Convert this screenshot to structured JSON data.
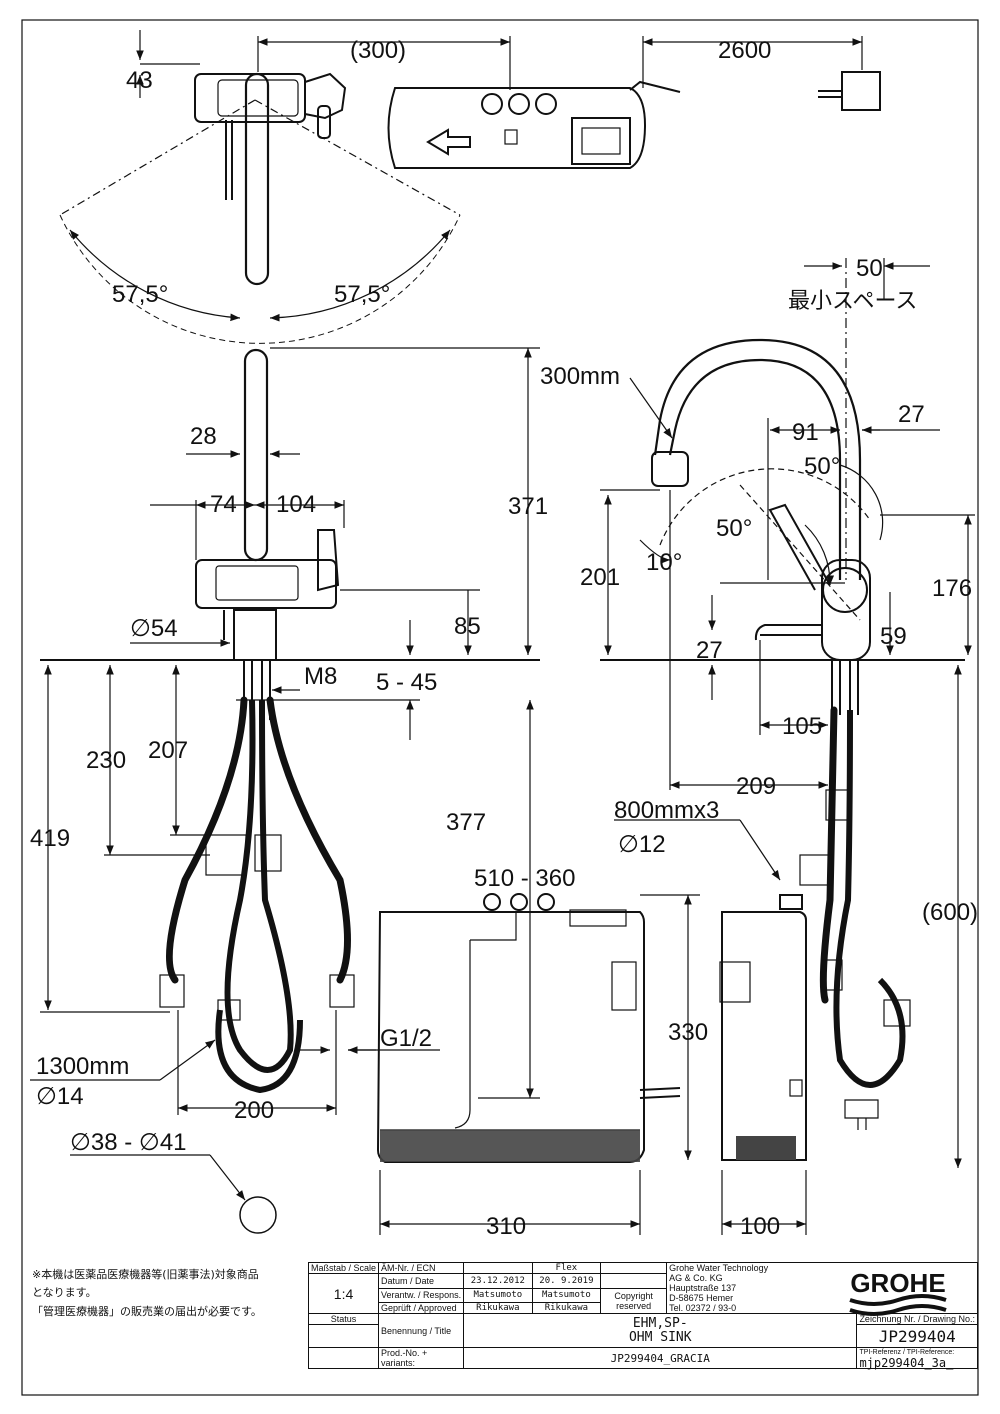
{
  "dimensions": {
    "top_300": "(300)",
    "top_2600": "2600",
    "top_43": "43",
    "angle_left": "57,5°",
    "angle_right": "57,5°",
    "min_space_50": "50",
    "min_space_label": "最小スペース",
    "hose_300mm": "300mm",
    "d_371": "371",
    "d_28": "28",
    "d_74": "74",
    "d_104": "104",
    "d_54": "∅54",
    "d_85": "85",
    "d_m8": "M8",
    "d_5_45": "5 - 45",
    "d_91": "91",
    "d_27_top": "27",
    "d_50deg_a": "50°",
    "d_50deg_b": "50°",
    "d_10deg": "10°",
    "d_201": "201",
    "d_176": "176",
    "d_59": "59",
    "d_27_side": "27",
    "d_105": "105",
    "d_209": "209",
    "d_800": "800mmx3",
    "d_12": "∅12",
    "d_419": "419",
    "d_230": "230",
    "d_207": "207",
    "d_377": "377",
    "d_510_360": "510 - 360",
    "d_600": "(600)",
    "d_330": "330",
    "d_g12": "G1/2",
    "d_1300": "1300mm",
    "d_14": "∅14",
    "d_200": "200",
    "d_38_41": "∅38 - ∅41",
    "d_310": "310",
    "d_100": "100"
  },
  "notes": {
    "line1": "※本機は医薬品医療機器等(旧薬事法)対象商品",
    "line2": "となります。",
    "line3": "「管理医療機器」の販売業の届出が必要です。"
  },
  "title_block": {
    "scale_label": "Maßstab / Scale",
    "scale_value": "1:4",
    "ecn_label": "ÄM-Nr. / ECN",
    "flex": "Flex",
    "date_label": "Datum / Date",
    "date1": "23.12.2012",
    "date2": "20. 9.2019",
    "resp_label": "Verantw. / Respons.",
    "resp1": "Matsumoto",
    "resp2": "Matsumoto",
    "appr_label": "Geprüft / Approved",
    "appr1": "Rikukawa",
    "appr2": "Rikukawa",
    "copyright": "Copyright reserved",
    "company_lines": [
      "Grohe Water Technology",
      "AG & Co. KG",
      "Hauptstraße 137",
      "D-58675 Hemer",
      "Tel. 02372 / 93-0"
    ],
    "status_label": "Status",
    "title_label": "Benennung / Title",
    "title_value1": "EHM,SP-",
    "title_value2": "OHM SINK",
    "drawing_no_label": "Zeichnung Nr. / Drawing No.:",
    "drawing_no": "JP299404",
    "prod_label": "Prod.-No. + variants:",
    "prod_value": "JP299404_GRACIA",
    "tpi_label": "TPI-Referenz / TPI-Reference:",
    "tpi_value": "mjp299404_3a_",
    "logo_text": "GROHE"
  }
}
